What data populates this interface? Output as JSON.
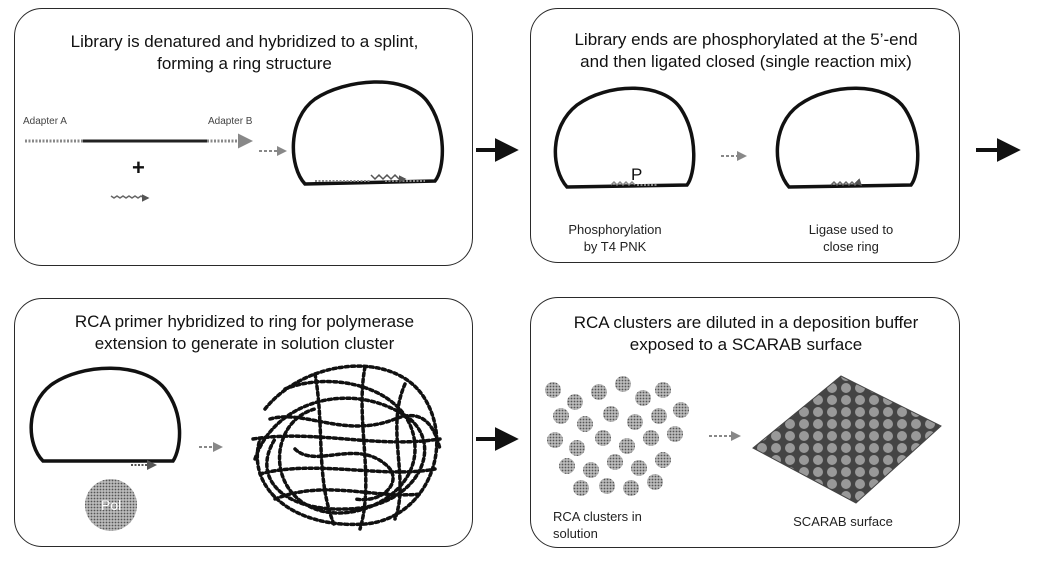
{
  "panels": {
    "p1": {
      "title": "Library is denatured and hybridized to a splint,\nforming a ring structure",
      "adapter_a": "Adapter A",
      "adapter_b": "Adapter B",
      "plus": "+"
    },
    "p2": {
      "title": "Library ends are phosphorylated at the 5’-end\nand then ligated closed (single reaction mix)",
      "p_label": "P",
      "caption_left": "Phosphorylation\nby T4 PNK",
      "caption_right": "Ligase used to\nclose ring"
    },
    "p3": {
      "title": "RCA primer hybridized to ring for polymerase\nextension to generate in solution cluster",
      "pol_label": "Pol"
    },
    "p4": {
      "title": "RCA clusters are diluted in a deposition buffer\nexposed to a SCARAB surface",
      "caption_left": "RCA clusters in\nsolution",
      "caption_right": "SCARAB surface"
    }
  }
}
